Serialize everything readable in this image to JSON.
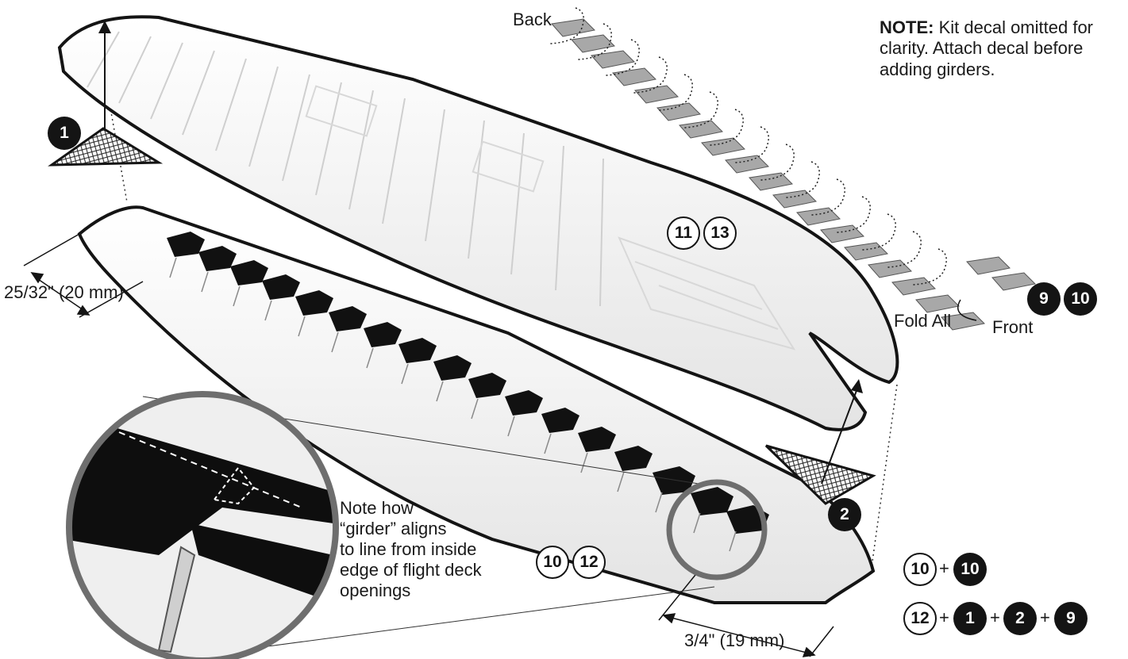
{
  "note": {
    "label": "NOTE:",
    "text": "Kit decal omitted for clarity. Attach decal before adding girders."
  },
  "labels": {
    "back": "Back",
    "fold_all": "Fold All",
    "front": "Front",
    "measure_top": "25/32\" (20 mm)",
    "measure_bottom": "3/4\" (19 mm)",
    "callout_line1": "Note how",
    "callout_line2": "“girder” aligns",
    "callout_line3": "to line from inside",
    "callout_line4": "edge of  flight deck",
    "callout_line5": "openings"
  },
  "badges": {
    "b1": "1",
    "b2": "2",
    "b9": "9",
    "b10": "10",
    "b11": "11",
    "b12": "12",
    "b13": "13"
  },
  "equations": {
    "plus": "+"
  },
  "colors": {
    "ink": "#141414",
    "hull": "#f2f2f2",
    "girder": "#a8a8a8",
    "magnifier": "#6e6e6e"
  }
}
